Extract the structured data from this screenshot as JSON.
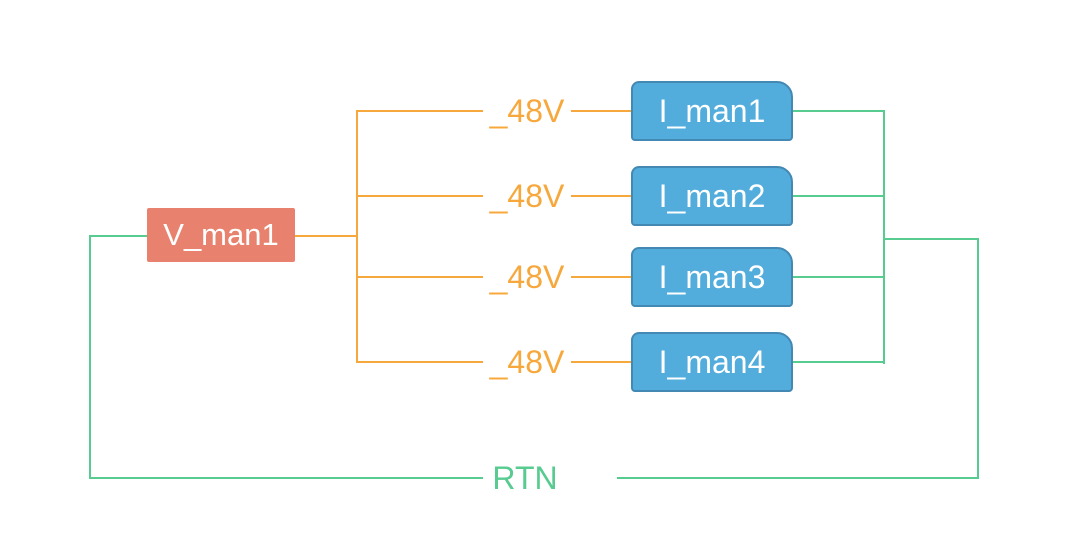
{
  "diagram": {
    "source": {
      "label": "V_man1"
    },
    "loads": [
      {
        "label": "I_man1"
      },
      {
        "label": "I_man2"
      },
      {
        "label": "I_man3"
      },
      {
        "label": "I_man4"
      }
    ],
    "supply_label": "_48V",
    "return_label": "RTN",
    "colors": {
      "source_fill": "#E8826E",
      "load_fill": "#52ACDC",
      "load_border": "#4389B4",
      "supply_line": "#F7A83C",
      "return_line": "#57CB90",
      "box_text": "#FFFFFF",
      "background": "#FFFFFF"
    }
  }
}
